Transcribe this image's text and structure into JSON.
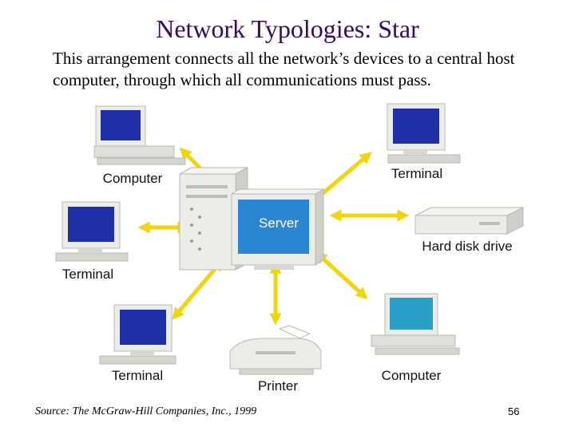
{
  "slide": {
    "title": "Network Typologies: Star",
    "description": "This arrangement connects all the network’s devices to a central host computer, through which all communications must pass.",
    "source": "Source: The McGraw-Hill Companies, Inc., 1999",
    "page_number": "56"
  },
  "diagram": {
    "center": {
      "label": "Server"
    },
    "nodes": [
      {
        "id": "computer-top-left",
        "label": "Computer"
      },
      {
        "id": "terminal-top-right",
        "label": "Terminal"
      },
      {
        "id": "terminal-mid-left",
        "label": "Terminal"
      },
      {
        "id": "hard-disk-drive",
        "label": "Hard disk drive"
      },
      {
        "id": "terminal-bottom-left",
        "label": "Terminal"
      },
      {
        "id": "printer",
        "label": "Printer"
      },
      {
        "id": "computer-bottom-right",
        "label": "Computer"
      }
    ]
  },
  "colors": {
    "title": "#3a0a5a",
    "arrow": "#f2d40c",
    "screen": "#1f2fa8",
    "server_screen": "#2a86d4",
    "device_body": "#e6e6e2"
  }
}
